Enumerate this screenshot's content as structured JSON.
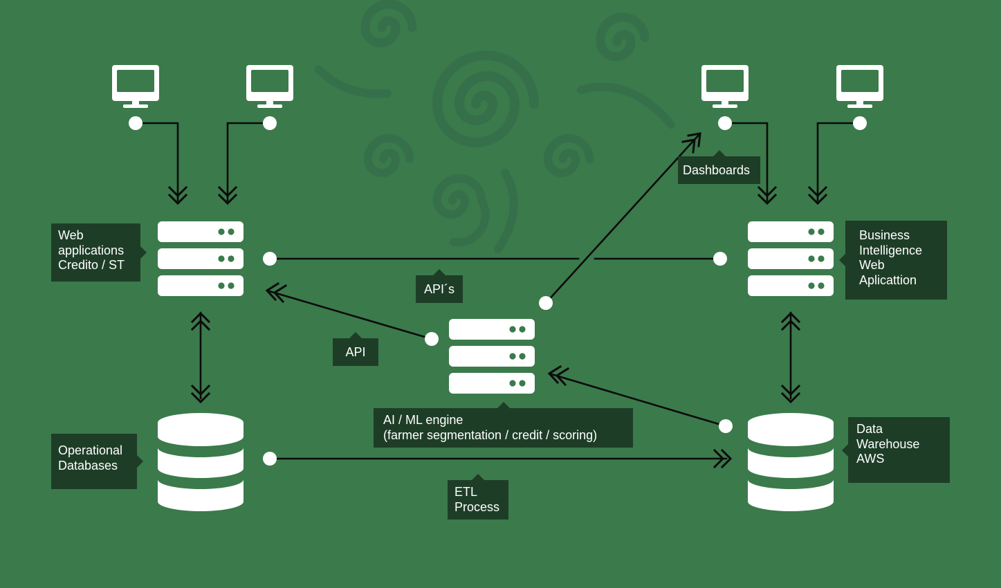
{
  "colors": {
    "background": "#3b7a4b",
    "swirl": "#35704a",
    "label_bg": "#1e3d27",
    "line": "#0b0b0b",
    "node": "#ffffff"
  },
  "labels": {
    "web_apps": [
      "Web",
      "applications",
      "Credito / ST"
    ],
    "operational_db": [
      "Operational",
      "Databases"
    ],
    "bi_web": [
      "Business",
      "Intelligence",
      "Web",
      "Aplicattion"
    ],
    "data_warehouse": [
      "Data",
      "Warehouse",
      "AWS"
    ],
    "ai_engine": [
      "AI / ML engine",
      "(farmer segmentation / credit / scoring)"
    ],
    "apis": "API´s",
    "api": "API",
    "dashboards": "Dashboards",
    "etl": [
      "ETL",
      "Process"
    ]
  },
  "icons": {
    "monitor": "monitor-icon",
    "server": "server-icon",
    "database": "database-icon"
  }
}
